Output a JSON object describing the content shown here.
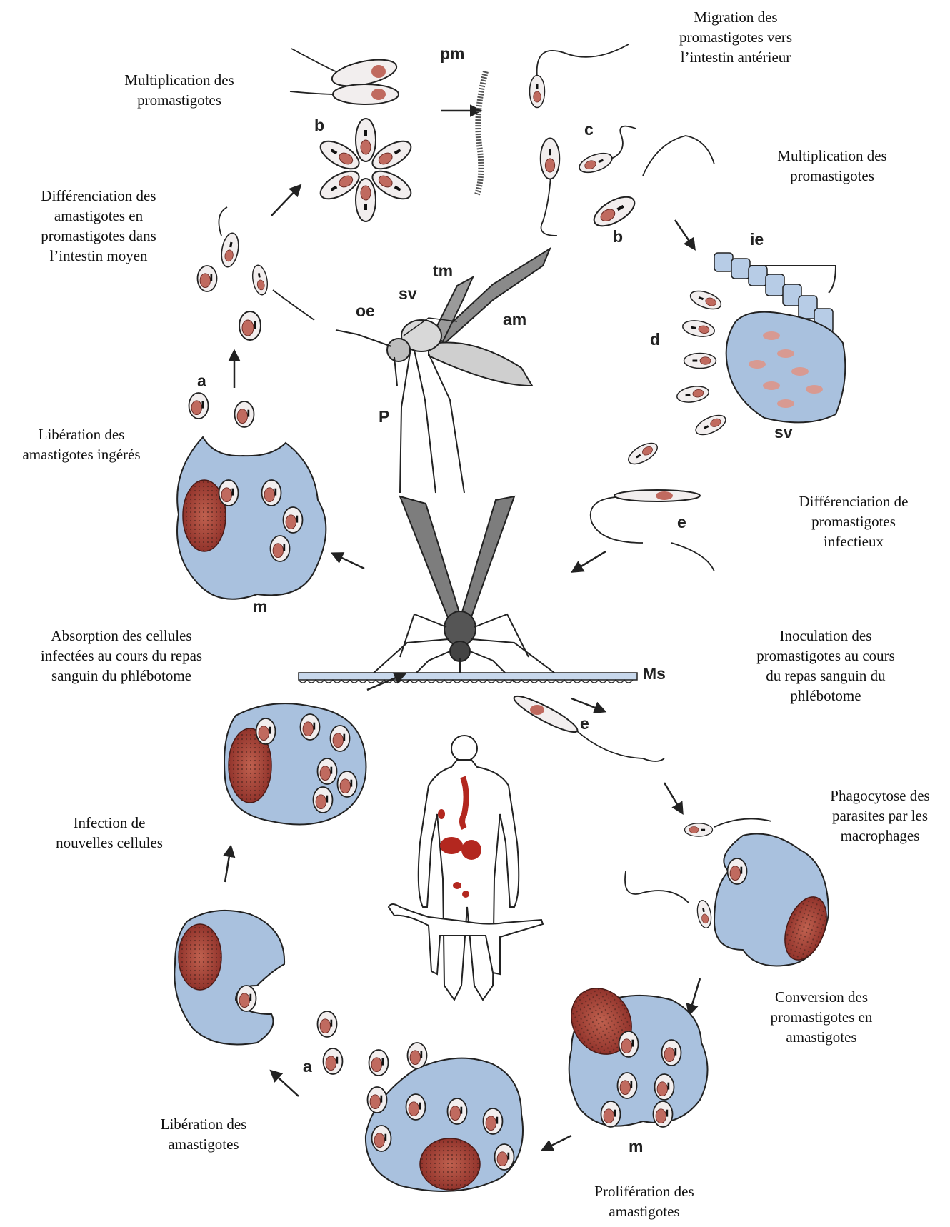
{
  "captions": {
    "multiplication_left": [
      "Multiplication des",
      "promastigotes"
    ],
    "migration": [
      "Migration des",
      "promastigotes vers",
      "l’intestin antérieur"
    ],
    "multiplication_right": [
      "Multiplication des",
      "promastigotes"
    ],
    "differenciation_amastigotes": [
      "Différenciation des",
      "amastigotes en",
      "promastigotes dans",
      "l’intestin moyen"
    ],
    "liberation_ingeres": [
      "Libération des",
      "amastigotes ingérés"
    ],
    "differenciation_infectieux": [
      "Différenciation de",
      "promastigotes",
      "infectieux"
    ],
    "absorption": [
      "Absorption des cellules",
      "infectées au cours du repas",
      "sanguin du phlébotome"
    ],
    "inoculation": [
      "Inoculation des",
      "promastigotes au cours",
      "du repas sanguin du",
      "phlébotome"
    ],
    "phagocytose": [
      "Phagocytose des",
      "parasites par les",
      "macrophages"
    ],
    "infection": [
      "Infection de",
      "nouvelles cellules"
    ],
    "conversion": [
      "Conversion des",
      "promastigotes en",
      "amastigotes"
    ],
    "liberation": [
      "Libération des",
      "amastigotes"
    ],
    "proliferation": [
      "Prolifération des",
      "amastigotes"
    ]
  },
  "labels": {
    "pm": "pm",
    "b_top": "b",
    "c": "c",
    "b_right": "b",
    "ie": "ie",
    "sv_fly": "sv",
    "tm": "tm",
    "oe": "oe",
    "am": "am",
    "d": "d",
    "P": "P",
    "a_top": "a",
    "sv_gland": "sv",
    "e_top": "e",
    "m_top": "m",
    "Ms": "Ms",
    "e_bottom": "e",
    "m_bottom": "m",
    "a_bottom": "a"
  },
  "colors": {
    "cell_blue": "#a9c1de",
    "nucleus_red": "#a8453c",
    "organ_red": "#b3271f",
    "ink": "#222222"
  }
}
